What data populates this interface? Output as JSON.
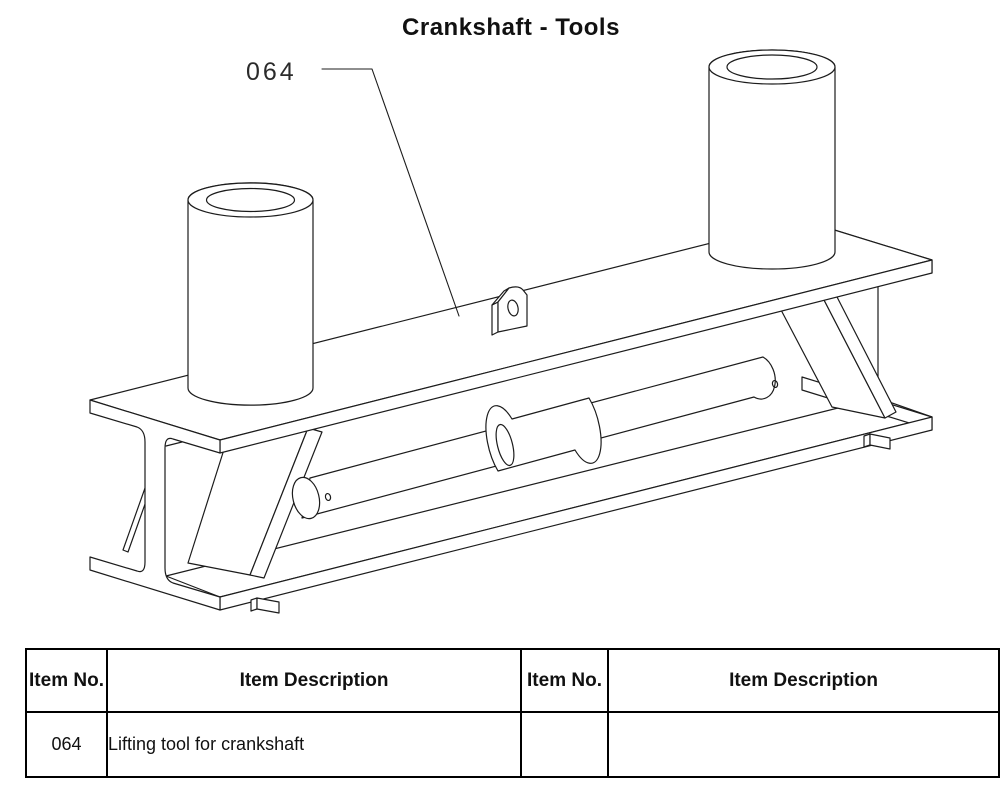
{
  "title": "Crankshaft - Tools",
  "diagram": {
    "callout": "064"
  },
  "colors": {
    "line": "#1c1c1c",
    "text": "#111111"
  },
  "parts_table": {
    "headers": [
      "Item No.",
      "Item Description",
      "Item No.",
      "Item Description"
    ],
    "row": {
      "item_no": "064",
      "description": "Lifting tool for crankshaft",
      "item_no_2": "",
      "description_2": ""
    }
  }
}
